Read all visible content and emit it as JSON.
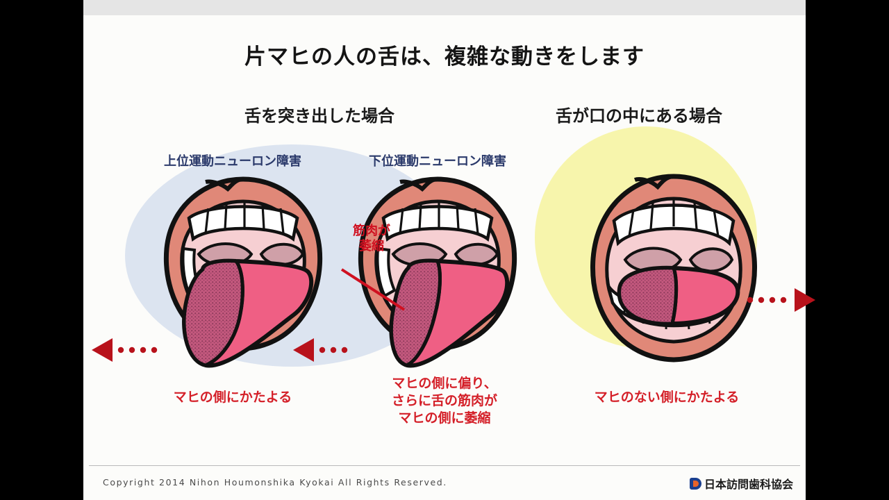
{
  "slide": {
    "title": "片マヒの人の舌は、複雑な動きをします",
    "sections": [
      {
        "heading": "舌を突き出した場合"
      },
      {
        "heading": "舌が口の中にある場合"
      }
    ],
    "sub_labels": [
      "上位運動ニューロン障害",
      "下位運動ニューロン障害"
    ],
    "annotations": {
      "muscle_atrophy_line1": "筋肉が",
      "muscle_atrophy_line2": "萎縮"
    },
    "captions": [
      {
        "text": "マヒの側にかたよる"
      },
      {
        "line1": "マヒの側に偏り、",
        "line2": "さらに舌の筋肉が",
        "line3": "マヒの側に萎縮"
      },
      {
        "text": "マヒのない側にかたよる"
      }
    ],
    "illustrations": [
      {
        "name": "upper-motor-neuron-mouth",
        "arrow_direction": "left",
        "tongue_state": "protruded-deviated-left",
        "background_ellipse_color": "#dce4f0"
      },
      {
        "name": "lower-motor-neuron-mouth",
        "arrow_direction": "left",
        "tongue_state": "protruded-deviated-left-atrophied",
        "background_ellipse_color": "#dce4f0"
      },
      {
        "name": "tongue-inside-mouth",
        "arrow_direction": "right",
        "tongue_state": "inside-deviated-right",
        "background_ellipse_color": "#f7f5ac"
      }
    ]
  },
  "footer": {
    "copyright": "Copyright 2014 Nihon Houmonshika Kyokai All Rights Reserved.",
    "logo_text": "日本訪問歯科協会"
  },
  "colors": {
    "title": "#141414",
    "sub_label_blue": "#2b3a6b",
    "caption_red": "#d41f28",
    "arrow_red": "#b8121b",
    "ellipse_blue": "#dce4f0",
    "ellipse_yellow": "#f7f5ac",
    "lip": "#e08878",
    "oral_cavity": "#f6cfd2",
    "tongue": "#ef5f84",
    "tongue_atrophic": "#b0506c",
    "tooth": "#ffffff",
    "slide_bg": "#fcfcfa",
    "top_strip": "#e5e5e5",
    "letterbox": "#000000"
  }
}
